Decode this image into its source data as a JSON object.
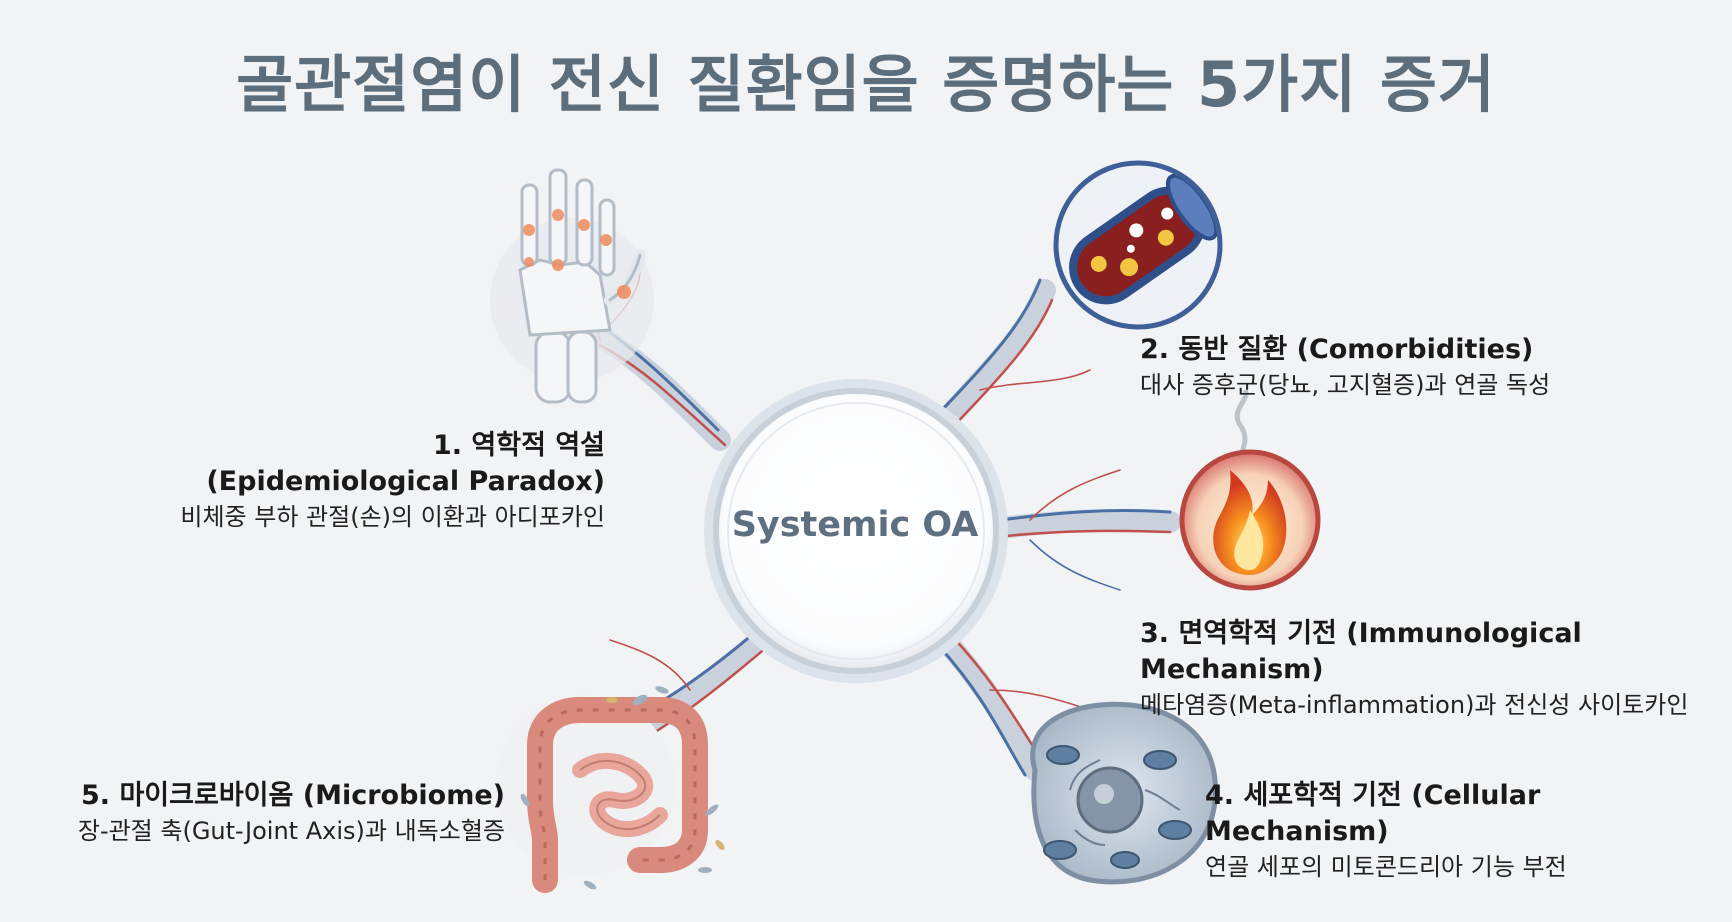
{
  "title": "골관절염이 전신 질환임을 증명하는 5가지 증거",
  "center": "Systemic OA",
  "items": [
    {
      "heading": "1. 역학적 역설",
      "heading2": "(Epidemiological Paradox)",
      "desc": "비체중 부하 관절(손)의 이환과 아디포카인"
    },
    {
      "heading": "2. 동반 질환 (Comorbidities)",
      "desc": "대사 증후군(당뇨, 고지혈증)과 연골 독성"
    },
    {
      "heading": "3. 면역학적 기전 (Immunological Mechanism)",
      "desc": "메타염증(Meta-inflammation)과 전신성 사이토카인"
    },
    {
      "heading": "4. 세포학적 기전 (Cellular Mechanism)",
      "desc": "연골 세포의 미토콘드리아 기능 부전"
    },
    {
      "heading": "5. 마이크로바이옴 (Microbiome)",
      "desc": "장-관절 축(Gut-Joint Axis)과 내독소혈증"
    }
  ],
  "colors": {
    "title": "#5c6d7c",
    "artery": "#c0504d",
    "vein": "#4a6fa5"
  }
}
